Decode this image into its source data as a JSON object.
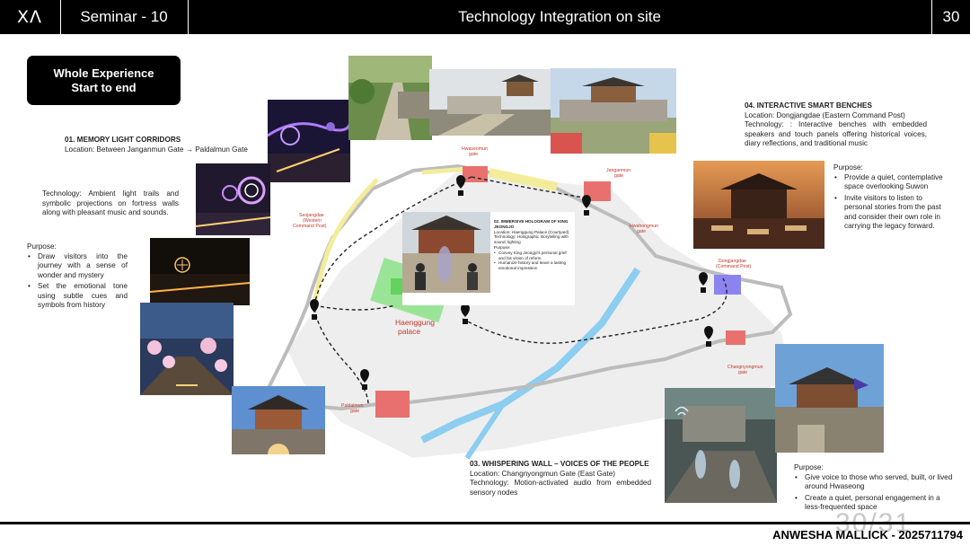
{
  "header": {
    "logo": "XΛ",
    "seminar": "Seminar - 10",
    "title": "Technology Integration on site",
    "page_number": "30"
  },
  "pill": {
    "line1": "Whole Experience",
    "line2": "Start to end"
  },
  "section1": {
    "heading": "01. MEMORY LIGHT CORRIDORS",
    "location": "Location: Between Janganmun Gate → Paldalmun Gate",
    "technology": "Technology: Ambient light trails and symbolic projections on fortress walls along with pleasant music and sounds.",
    "purpose_label": "Purpose:",
    "purpose": [
      "Draw visitors into the journey with a sense of wonder and mystery",
      "Set the emotional tone using subtle cues and symbols from history"
    ]
  },
  "section2": {
    "heading": "02. IMMERSIVE HOLOGRAM OF KING JEONGJO",
    "location": "Location: Haenggung Palace (Courtyard)",
    "technology": "Technology: Holographic storytelling with sound, lighting",
    "purpose_label": "Purpose:",
    "purpose": [
      "Convey King Jeongjo's personal grief and his vision of reform",
      "Humanize history and leave a lasting emotional impression"
    ]
  },
  "section3": {
    "heading": "03. WHISPERING WALL – VOICES OF THE PEOPLE",
    "location": "Location: Changnyongmun Gate (East Gate)",
    "technology": "Technology: Motion-activated audio from embedded sensory nodes",
    "purpose_label": "Purpose:",
    "purpose": [
      "Give voice to those who served, built, or lived around Hwaseong",
      "Create a quiet, personal engagement in a less-frequented space"
    ]
  },
  "section4": {
    "heading": "04. INTERACTIVE SMART BENCHES",
    "location": "Location: Dongjangdae (Eastern Command Post)",
    "technology": "Technology: : Interactive benches with embedded speakers and touch panels offering historical voices, diary reflections, and traditional music",
    "purpose_label": "Purpose:",
    "purpose": [
      "Provide a quiet, contemplative space overlooking Suwon",
      "Invite visitors to listen to personal stories from the past and consider their own role in carrying the legacy forward."
    ]
  },
  "map": {
    "palace": [
      "Haenggung",
      "palace"
    ],
    "gates": {
      "hwaseomun": [
        "Hwaseomun",
        "gate"
      ],
      "janganmun": [
        "Janganmun",
        "gate"
      ],
      "hwahongmun": [
        "Hwahongmun",
        "gate"
      ],
      "seojangdae": [
        "Seojangdae",
        "(Western",
        "Command Post)"
      ],
      "dongjangdae": [
        "Dongjangdae",
        "(Command Post)"
      ],
      "changnyongmun": [
        "Changnyongmun",
        "gate"
      ],
      "paldalmun": [
        "Paldalmun",
        "gate"
      ]
    }
  },
  "footer": {
    "author": "ANWESHA MALLICK - 2025711794",
    "watermark": "30/31"
  },
  "colors": {
    "accent_red": "#e8716f",
    "path_yellow": "#f3ec9a",
    "palace_green": "#7ee07a",
    "bench_blue": "#8b84f0"
  }
}
